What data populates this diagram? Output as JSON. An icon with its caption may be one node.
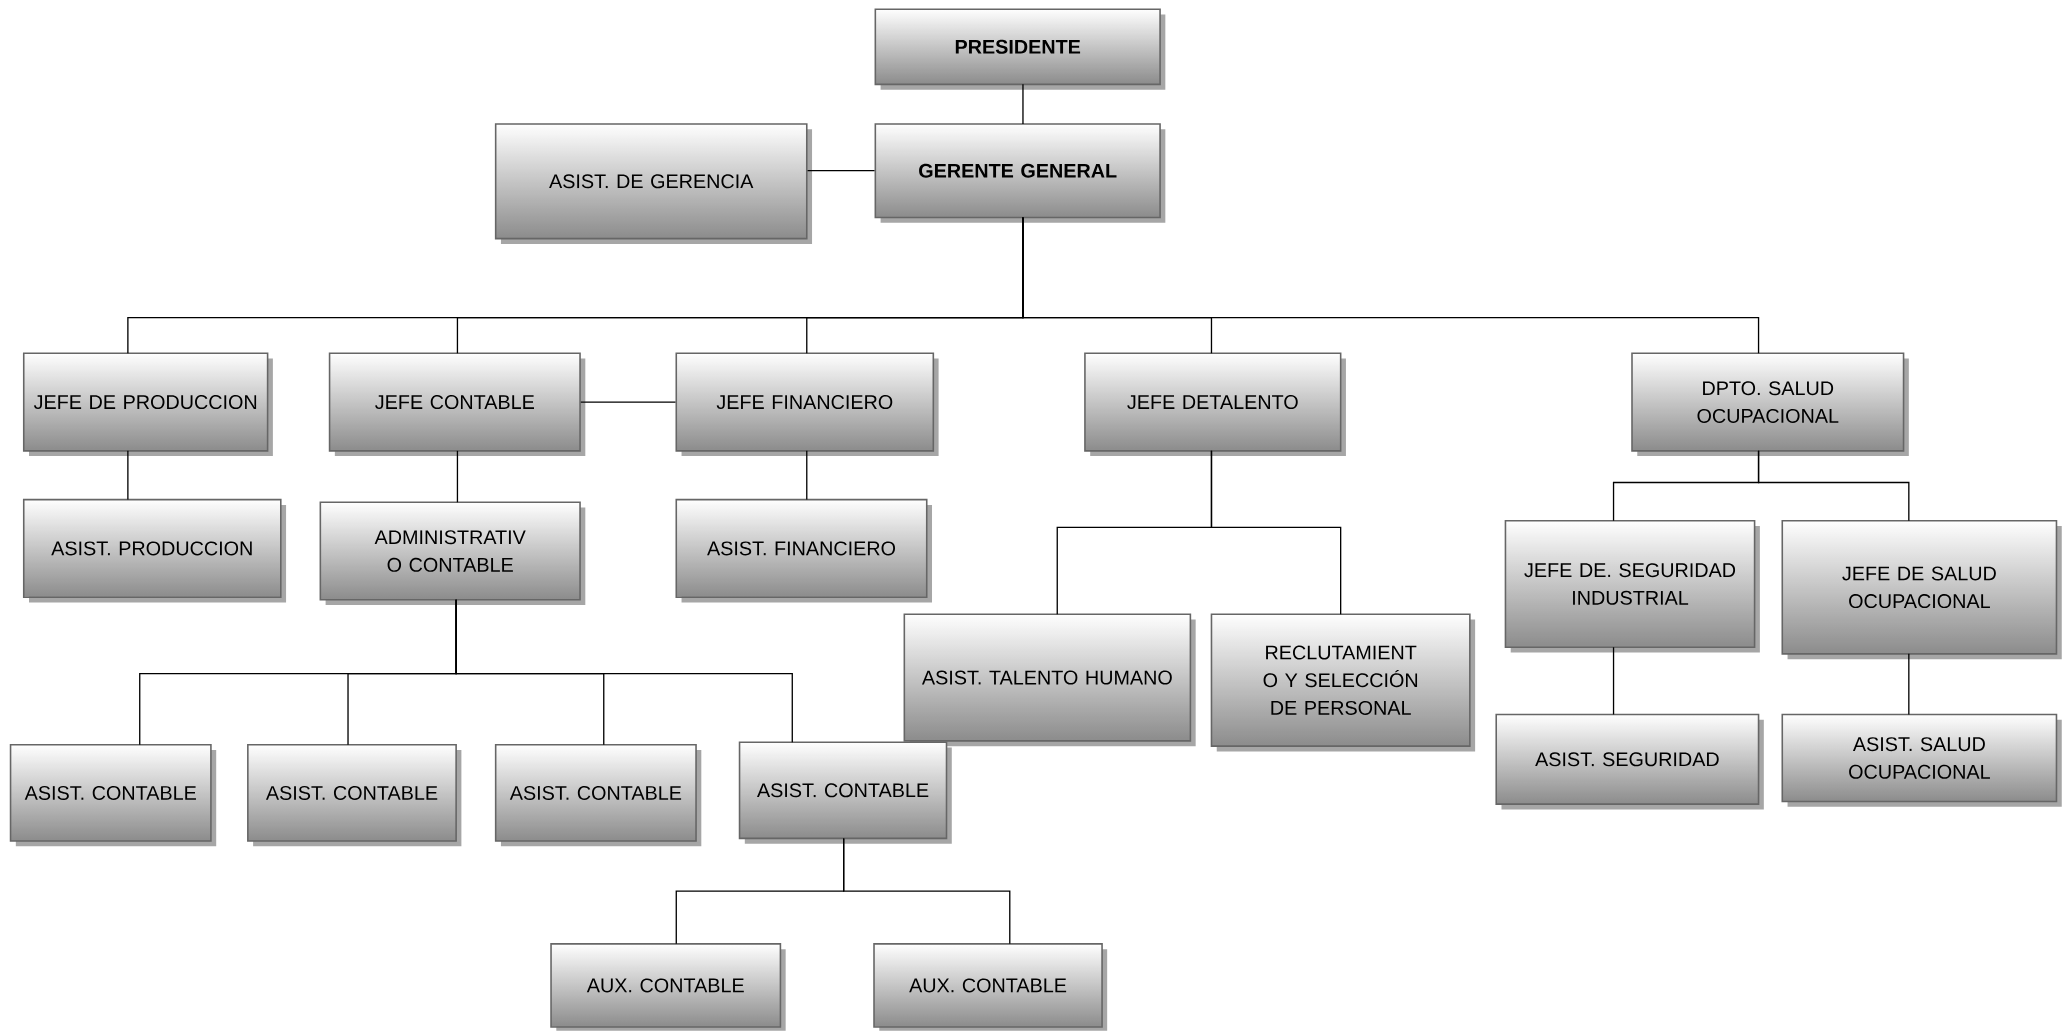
{
  "diagram": {
    "nodes": [
      {
        "text": [
          "PRESIDENTE"
        ]
      },
      {
        "text": [
          "GERENTE GENERAL"
        ]
      },
      {
        "text": [
          "ASIST. DE GERENCIA"
        ]
      },
      {
        "text": [
          "JEFE DE PRODUCCION"
        ]
      },
      {
        "text": [
          "JEFE CONTABLE"
        ]
      },
      {
        "text": [
          "JEFE FINANCIERO"
        ]
      },
      {
        "text": [
          "JEFE DETALENTO"
        ]
      },
      {
        "text": [
          "DPTO. SALUD OCUPACIONAL"
        ]
      },
      {
        "text": [
          "ASIST. PRODUCCION"
        ]
      },
      {
        "text": [
          "ADMINISTRATIV O CONTABLE"
        ]
      },
      {
        "text": [
          "ASIST. FINANCIERO"
        ]
      },
      {
        "text": [
          "ASIST. TALENTO HUMANO"
        ]
      },
      {
        "text": [
          "RECLUTAMIENT O Y SELECCIÓN DE PERSONAL"
        ]
      },
      {
        "text": [
          "JEFE DE. SEGURIDAD INDUSTRIAL"
        ]
      },
      {
        "text": [
          "JEFE DE  SALUD OCUPACIONAL"
        ]
      },
      {
        "text": [
          "ASIST. CONTABLE"
        ]
      },
      {
        "text": [
          "ASIST. CONTABLE"
        ]
      },
      {
        "text": [
          "ASIST. CONTABLE"
        ]
      },
      {
        "text": [
          "ASIST. CONTABLE"
        ]
      },
      {
        "text": [
          "ASIST. SEGURIDAD"
        ]
      },
      {
        "text": [
          "ASIST. SALUD OCUPACIONAL"
        ]
      },
      {
        "text": [
          "AUX. CONTABLE"
        ]
      },
      {
        "text": [
          "AUX. CONTABLE"
        ]
      }
    ],
    "edges": [
      {
        "from": 0,
        "to": 1,
        "arrow": "none"
      },
      {
        "from": 1,
        "to": 2,
        "arrow": "none"
      },
      {
        "from": 1,
        "to": 3,
        "arrow": "none"
      },
      {
        "from": 1,
        "to": 4,
        "arrow": "none"
      },
      {
        "from": 1,
        "to": 5,
        "arrow": "none"
      },
      {
        "from": 1,
        "to": 6,
        "arrow": "none"
      },
      {
        "from": 1,
        "to": 7,
        "arrow": "none"
      },
      {
        "from": 4,
        "to": 5,
        "arrow": "none"
      },
      {
        "from": 3,
        "to": 8,
        "arrow": "none"
      },
      {
        "from": 4,
        "to": 9,
        "arrow": "none"
      },
      {
        "from": 5,
        "to": 10,
        "arrow": "none"
      },
      {
        "from": 6,
        "to": 11,
        "arrow": "none"
      },
      {
        "from": 6,
        "to": 12,
        "arrow": "none"
      },
      {
        "from": 7,
        "to": 13,
        "arrow": "none"
      },
      {
        "from": 7,
        "to": 14,
        "arrow": "none"
      },
      {
        "from": 13,
        "to": 19,
        "arrow": "none"
      },
      {
        "from": 14,
        "to": 20,
        "arrow": "none"
      },
      {
        "from": 9,
        "to": 15,
        "arrow": "none"
      },
      {
        "from": 9,
        "to": 16,
        "arrow": "none"
      },
      {
        "from": 9,
        "to": 17,
        "arrow": "none"
      },
      {
        "from": 9,
        "to": 18,
        "arrow": "none"
      },
      {
        "from": 18,
        "to": 21,
        "arrow": "none"
      },
      {
        "from": 18,
        "to": 22,
        "arrow": "none"
      }
    ]
  }
}
